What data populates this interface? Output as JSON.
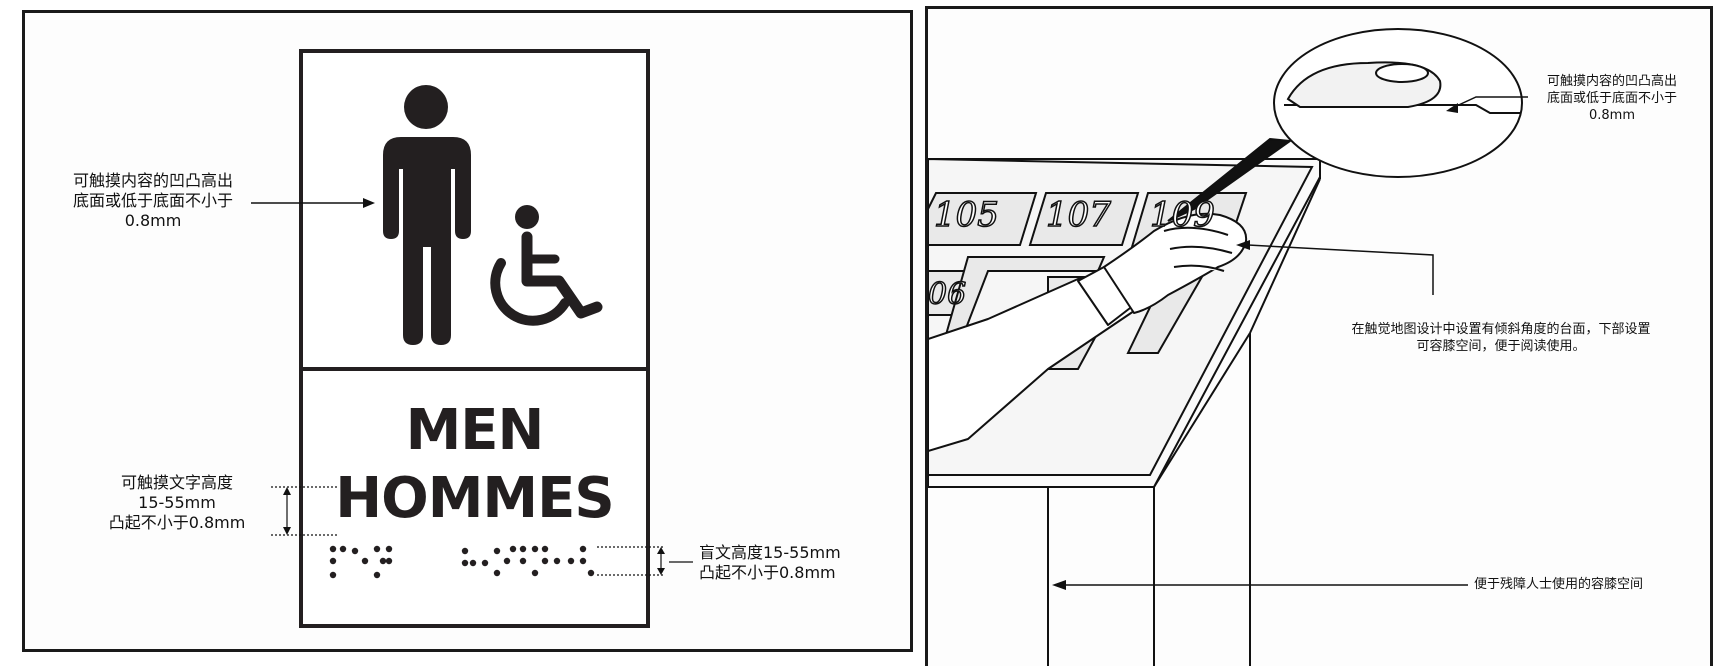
{
  "left_panel": {
    "sign": {
      "line1": "MEN",
      "line2": "HOMMES"
    },
    "callout_tactile_relief": {
      "line1": "可触摸内容的凹凸高出",
      "line2": "底面或低于底面不小于",
      "line3": "0.8mm"
    },
    "callout_text_height": {
      "line1": "可触摸文字高度",
      "line2": "15-55mm",
      "line3": "凸起不小于0.8mm"
    },
    "callout_braille": {
      "line1": "盲文高度15-55mm",
      "line2": "凸起不小于0.8mm"
    }
  },
  "right_panel": {
    "room_numbers": [
      "105",
      "107",
      "109",
      "06"
    ],
    "callout_zoom_relief": {
      "line1": "可触摸内容的凹凸高出",
      "line2": "底面或低于底面不小于",
      "line3": "0.8mm"
    },
    "callout_sloped_table": {
      "line1": "在触觉地图设计中设置有倾斜角度的台面，下部设置",
      "line2": "可容膝空间，便于阅读使用。"
    },
    "callout_knee_space": {
      "line1": "便于残障人士使用的容膝空间"
    }
  },
  "colors": {
    "ink": "#111111",
    "sign_ink": "#231f20",
    "border": "#1a1a1a"
  }
}
